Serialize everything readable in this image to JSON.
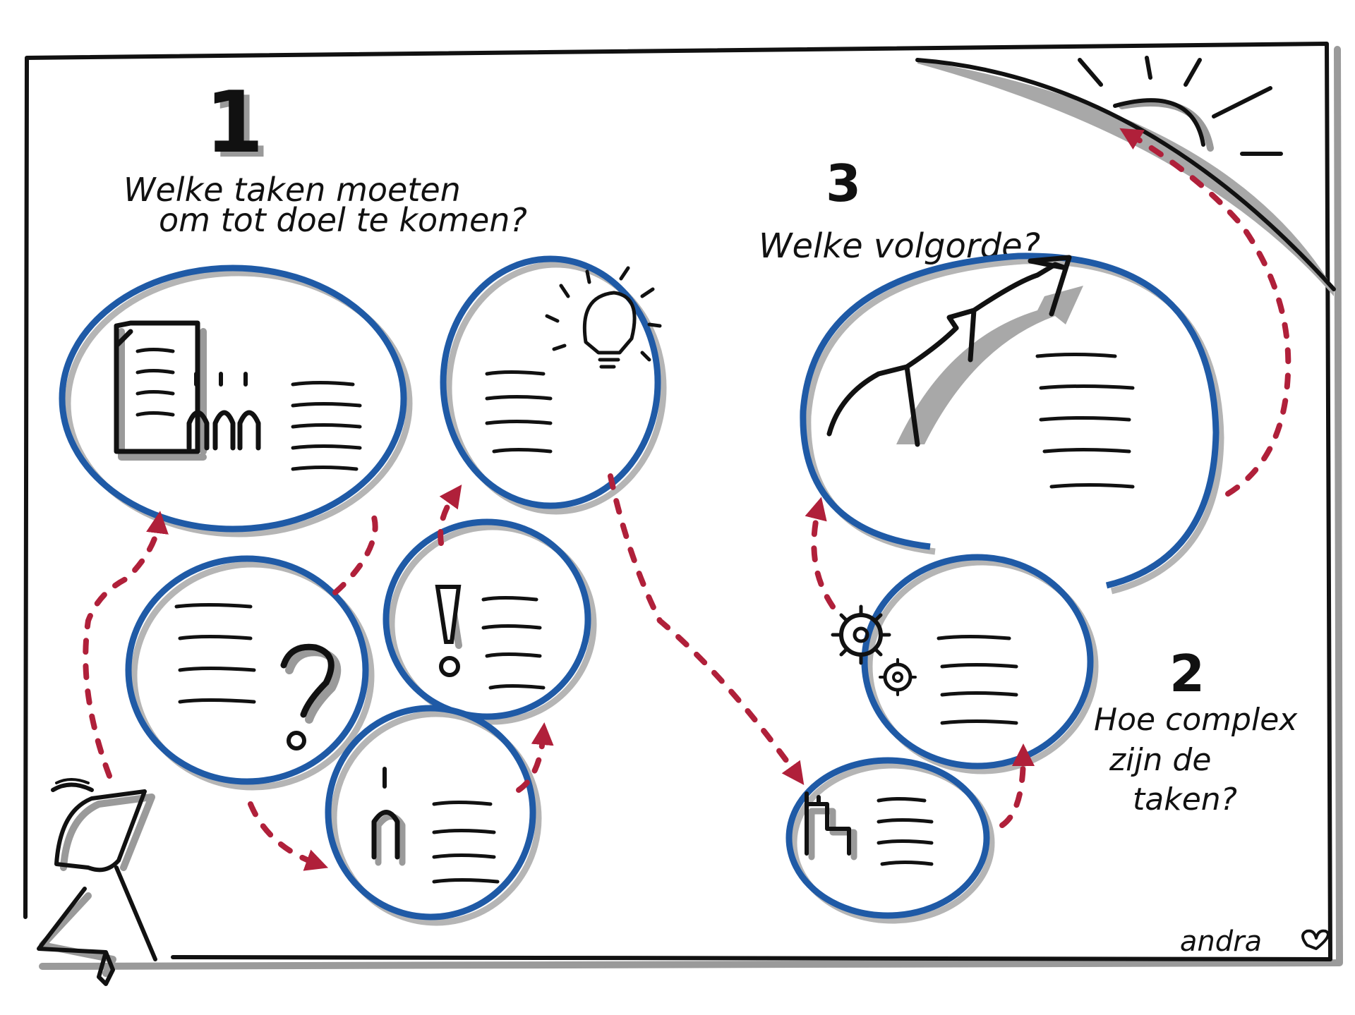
{
  "steps": [
    {
      "number": "1",
      "question_line1": "Welke taken moeten",
      "question_line2": "om tot doel te komen?"
    },
    {
      "number": "2",
      "question_line1": "Hoe complex",
      "question_line2": "zijn de",
      "question_line3": "taken?"
    },
    {
      "number": "3",
      "question_line1": "Welke volgorde?"
    }
  ],
  "signature": "andra",
  "colors": {
    "bubble": "#1f5aa6",
    "arrow": "#b0203a",
    "ink": "#111111"
  },
  "icons": [
    "document-icon",
    "people-icon",
    "lightbulb-icon",
    "question-mark-icon",
    "exclamation-icon",
    "person-icon",
    "growth-arrow-icon",
    "gear-icon",
    "stairs-icon",
    "sun-icon",
    "stick-figure-icon",
    "heart-icon"
  ]
}
